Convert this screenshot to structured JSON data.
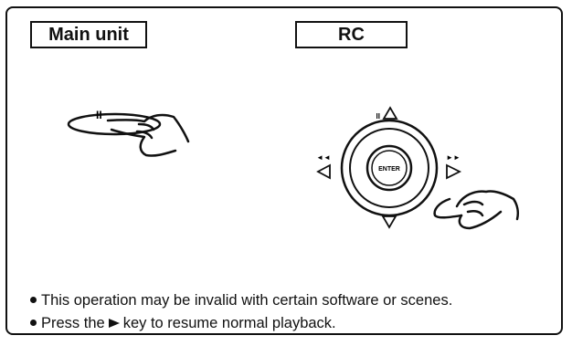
{
  "labels": {
    "main_unit": "Main unit",
    "rc": "RC"
  },
  "remote": {
    "enter": "ENTER",
    "up_symbol": "II",
    "left_symbol": "◄◄",
    "right_symbol": "►►"
  },
  "main_unit_button_symbol": "II",
  "notes": {
    "line1": "This operation may be invalid with certain software or scenes.",
    "line2_before": "Press the",
    "line2_after": "key to resume normal playback."
  },
  "icons": [
    "pause-button-icon",
    "pointing-hand-icon",
    "remote-dpad-icon",
    "play-triangle-icon"
  ]
}
